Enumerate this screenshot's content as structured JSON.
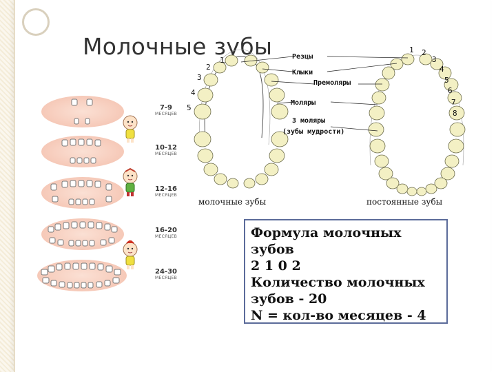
{
  "slide": {
    "title": "Молочные зубы"
  },
  "eruption_stages": [
    {
      "age": "7-9",
      "unit": "МЕСЯЦЕВ"
    },
    {
      "age": "10-12",
      "unit": "МЕСЯЦЕВ"
    },
    {
      "age": "12-16",
      "unit": "МЕСЯЦЕВ"
    },
    {
      "age": "16-20",
      "unit": "МЕСЯЦЕВ"
    },
    {
      "age": "24-30",
      "unit": "МЕСЯЦЕВ"
    }
  ],
  "diagram": {
    "labels": {
      "incisors": "Резцы",
      "canines": "Клыки",
      "premolars": "Премоляры",
      "molars": "Моляры",
      "third_molars_1": "3 моляры",
      "third_molars_2": "(зубы мудрости)"
    },
    "milk_numbers": [
      "1",
      "2",
      "3",
      "4",
      "5"
    ],
    "permanent_numbers": [
      "1",
      "2",
      "3",
      "4",
      "5",
      "6",
      "7",
      "8"
    ],
    "milk_caption": "молочные зубы",
    "permanent_caption": "постоянные зубы"
  },
  "formula_box": {
    "line1": "Формула молочных зубов",
    "line2": "2 1 0 2",
    "line3": "Количество молочных",
    "line4": "зубов - 20",
    "line5": "N = кол-во месяцев - 4"
  },
  "colors": {
    "tooth_fill": "#f3f0c4",
    "tooth_stroke": "#6a6a4a",
    "gum": "#f6c9b8",
    "formula_border": "#5b6b9a"
  }
}
